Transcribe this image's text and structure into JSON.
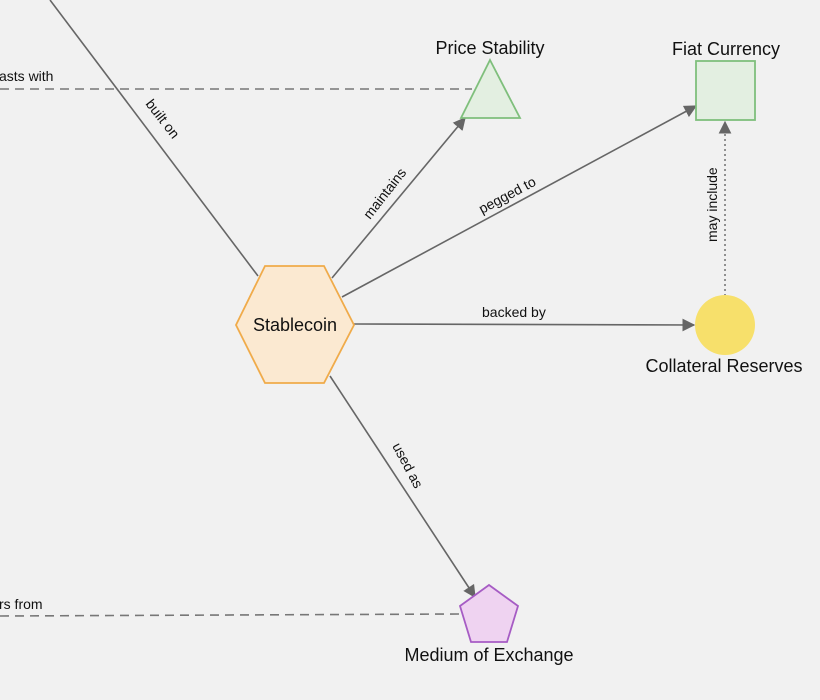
{
  "colors": {
    "edge": "#666666",
    "stablecoin_fill": "#fbe9d1",
    "stablecoin_stroke": "#f0ab4a",
    "price_stability_fill": "#e3efe1",
    "price_stability_stroke": "#7fbf7c",
    "fiat_fill": "#e3efe1",
    "fiat_stroke": "#7fbf7c",
    "collateral_fill": "#f7e06b",
    "medium_fill": "#efd3f1",
    "medium_stroke": "#a65cc4"
  },
  "nodes": {
    "stablecoin": {
      "label": "Stablecoin",
      "shape": "hexagon"
    },
    "price_stability": {
      "label": "Price Stability",
      "shape": "triangle"
    },
    "fiat_currency": {
      "label": "Fiat Currency",
      "shape": "square"
    },
    "collateral_reserves": {
      "label": "Collateral Reserves",
      "shape": "circle"
    },
    "medium_of_exchange": {
      "label": "Medium of Exchange",
      "shape": "pentagon"
    }
  },
  "edges": {
    "built_on": "built on",
    "maintains": "maintains",
    "pegged_to": "pegged to",
    "backed_by": "backed by",
    "may_include": "may include",
    "used_as": "used as",
    "contrasts_with": "asts with",
    "differs_from": "rs from"
  }
}
